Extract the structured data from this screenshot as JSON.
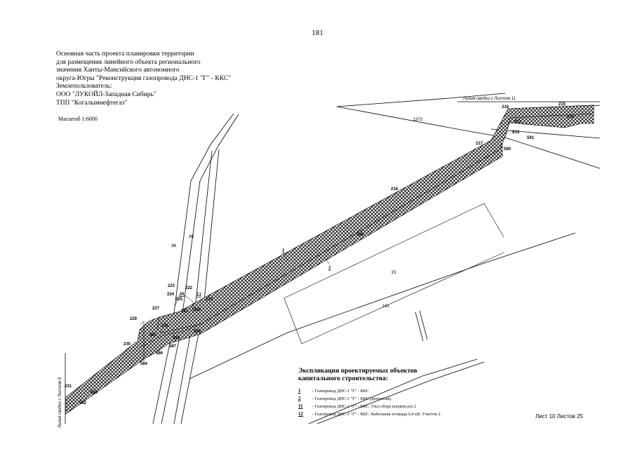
{
  "page_number": "181",
  "header": {
    "lines": [
      "Основная часть проекта планировки территории",
      "для размещения линейного объекта регионального",
      "значения Ханты-Мансийского автономного",
      "округа-Югры \"Реконструкция газопровода ДНС-1 \"Г\" - ККС\"",
      "Землепользователь:",
      "ООО \"ЛУКОЙЛ-Западная Сибирь\"",
      "ТПП \"Когалымнефтегаз\""
    ],
    "scale": "Масштаб 1:6000"
  },
  "map": {
    "match_line_top": "Линия сводки с Листом 11",
    "match_line_left": "Линия сводки с Листом 9",
    "parcels": [
      ":1373",
      ":15",
      ":141",
      ":86",
      ":86"
    ],
    "points": [
      "231",
      "582",
      "583",
      "230",
      "584",
      "229",
      "227",
      "586",
      "587",
      "585",
      "223",
      "224",
      "222",
      "225",
      "226",
      "228",
      "221",
      "220",
      "219",
      "588",
      "589",
      "218",
      "217",
      "590",
      "591",
      "813",
      "811",
      "216",
      "215",
      "610"
    ],
    "object_markers": [
      "1",
      "2",
      "11",
      "12"
    ]
  },
  "legend": {
    "title_line1": "Экспликация проектируемых объектов",
    "title_line2": "капитального строительства:",
    "items": [
      {
        "num": "1",
        "text": "- Газопровод  ДНС-1 \"Г\" - ККС"
      },
      {
        "num": "2",
        "text": "- Газопровод  ДНС-1 \"Г\" - ККС (демонтаж)"
      },
      {
        "num": "11",
        "text": "- Газопровод  ДНС-1 \"Г\" - ККС. Узел сбора конденсата 2"
      },
      {
        "num": "12",
        "text": "- Газопровод  ДНС-1 \"Г\" - ККС. Кабельная эстакада 0,4 кВ. Участок 2"
      }
    ]
  },
  "sheet_label": "Лист 10 Листов 25"
}
